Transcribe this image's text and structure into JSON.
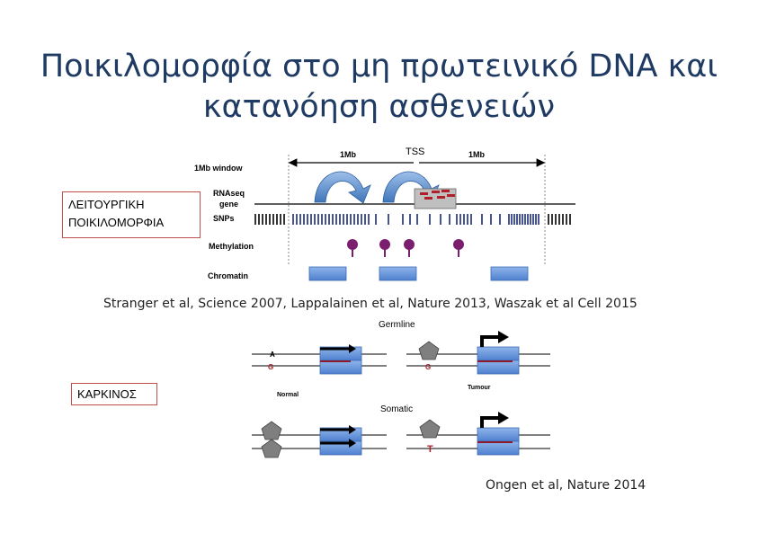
{
  "title": {
    "line1": "Ποικιλομορφία στο μη πρωτεινικό DNA και",
    "line2": "κατανόηση ασθενειών"
  },
  "top_diagram": {
    "window_label": "1Mb window",
    "left_span": "1Mb",
    "right_span": "1Mb",
    "tss": "TSS",
    "rnaseq_label_1": "RNAseq",
    "rnaseq_label_2": "gene",
    "snps_label": "SNPs",
    "methylation_label": "Methylation",
    "chromatin_label": "Chromatin"
  },
  "box_functional": {
    "line1": "ΛΕΙΤΟΥΡΓΙΚΗ",
    "line2": "ΠΟΙΚΙΛΟΜΟΡΦΙΑ"
  },
  "citation_top": "Stranger et al, Science 2007, Lappalainen et al, Nature 2013, Waszak et al Cell 2015",
  "box_cancer": "ΚΑΡΚΙΝΟΣ",
  "bottom_diagram": {
    "germline": "Germline",
    "somatic": "Somatic",
    "normal": "Normal",
    "tumour": "Tumour",
    "allele_a": "A",
    "allele_g_1": "G",
    "allele_g_2": "G",
    "allele_t": "T"
  },
  "citation_bottom": "Ongen et al, Nature 2014",
  "colors": {
    "title": "#1f3a63",
    "box_border": "#c0504d",
    "block_blue": "#5b8fd6",
    "methylation": "#7b1e6e",
    "red_marker": "#b0202a",
    "snp_navy": "#1a2a7a"
  }
}
